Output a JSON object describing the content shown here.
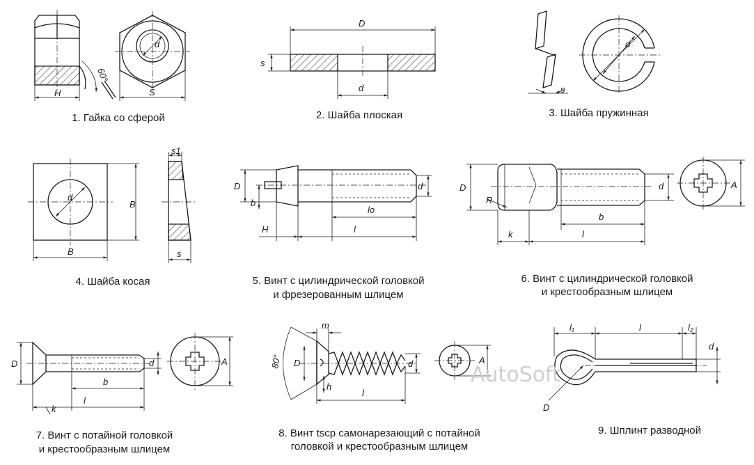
{
  "captions": {
    "c1": "1. Гайка со сферой",
    "c2": "2. Шайба плоская",
    "c3": "3. Шайба пружинная",
    "c4": "4. Шайба косая",
    "c5a": "5. Винт с цилиндрической головкой",
    "c5b": "и фрезерованным шлицем",
    "c6a": "6. Винт с цилиндрической головкой",
    "c6b": "и крестообразным  шлицем",
    "c7a": "7. Винт с потайной головкой",
    "c7b": "и крестообразным шлицем",
    "c8a": "8. Винт tscp самонарезающий с потайной",
    "c8b": "головкой и крестообразным шлицем",
    "c9": "9. Шплинт разводной"
  },
  "labels": {
    "f1": {
      "H": "H",
      "S": "S",
      "d": "d",
      "angle": "60°"
    },
    "f2": {
      "D": "D",
      "s": "s",
      "d": "d"
    },
    "f3": {
      "d": "d",
      "s": "s"
    },
    "f4": {
      "s1": "s1",
      "s": "s",
      "B": "B"
    },
    "f5": {
      "D": "D",
      "b": "b",
      "d": "d",
      "lo": "lo",
      "H": "H",
      "l": "l"
    },
    "f6": {
      "D": "D",
      "R": "R",
      "d": "d",
      "A": "A",
      "b": "b",
      "k": "k",
      "l": "l"
    },
    "f7": {
      "D": "D",
      "d": "d",
      "A": "A",
      "b": "b",
      "k": "k",
      "l": "l"
    },
    "f8": {
      "m": "m",
      "D": "D",
      "angle": "80°",
      "d": "d",
      "A": "A",
      "h": "h",
      "l": "l"
    },
    "f9": {
      "l1": "l₁",
      "l": "l",
      "l2": "l₂",
      "d": "d",
      "D": "D"
    }
  },
  "watermark": "AutoSoft"
}
